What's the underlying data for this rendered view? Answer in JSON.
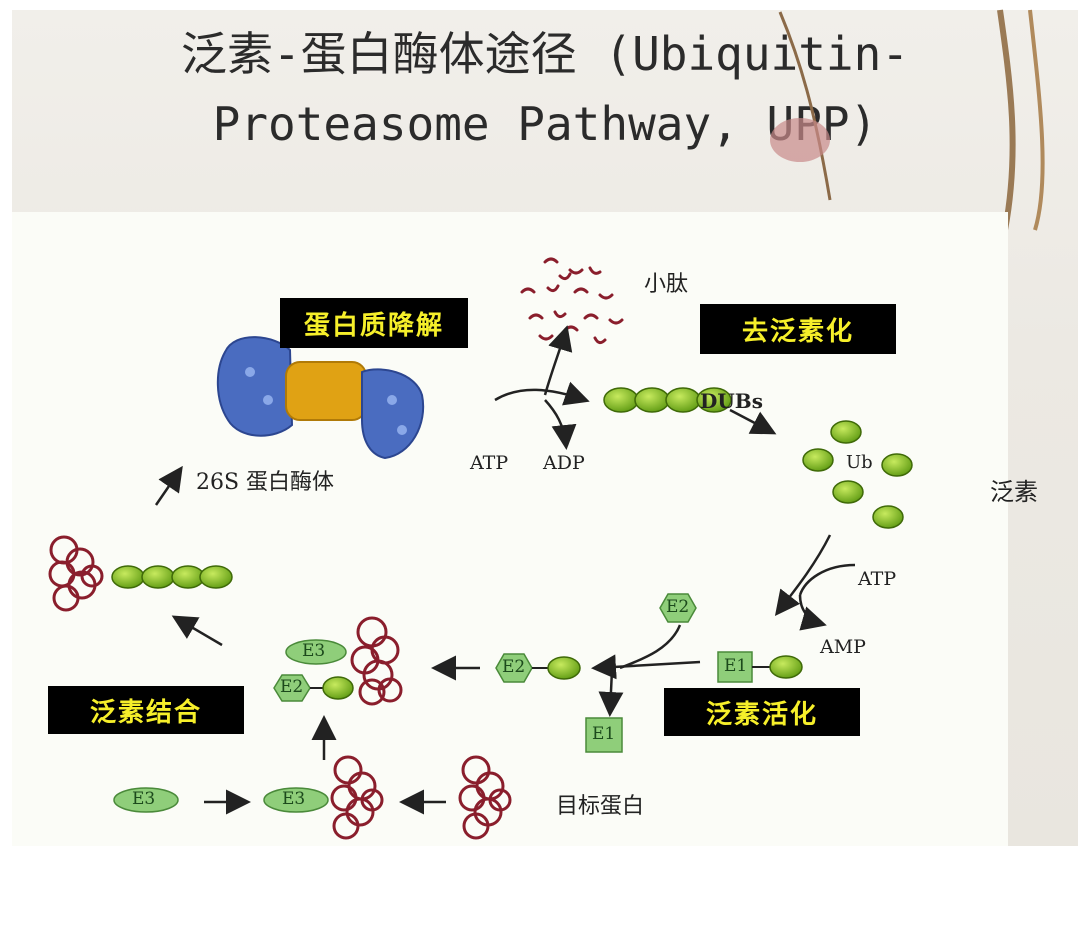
{
  "title": {
    "line1": "泛素-蛋白酶体途径 (Ubiquitin-",
    "line2": "Proteasome Pathway, UPP)"
  },
  "side_label": "泛素",
  "stages": {
    "degradation": "蛋白质降解",
    "deubiquitination": "去泛素化",
    "conjugation": "泛素结合",
    "activation": "泛素活化"
  },
  "labels": {
    "small_peptides": "小肽",
    "proteasome": "26S 蛋白酶体",
    "dubs": "DUBs",
    "ub": "Ub",
    "atp_top": "ATP",
    "adp": "ADP",
    "atp_right": "ATP",
    "amp": "AMP",
    "target_protein": "目标蛋白",
    "e1": "E1",
    "e2": "E2",
    "e3": "E3"
  },
  "colors": {
    "ubiquitin_green": "#86c01e",
    "protein_red": "#8a1e2c",
    "proteasome_blue": "#4a6cc0",
    "proteasome_core": "#e0a214",
    "enzyme_green": "#8fce7a",
    "label_yellow": "#f6ef2a"
  }
}
